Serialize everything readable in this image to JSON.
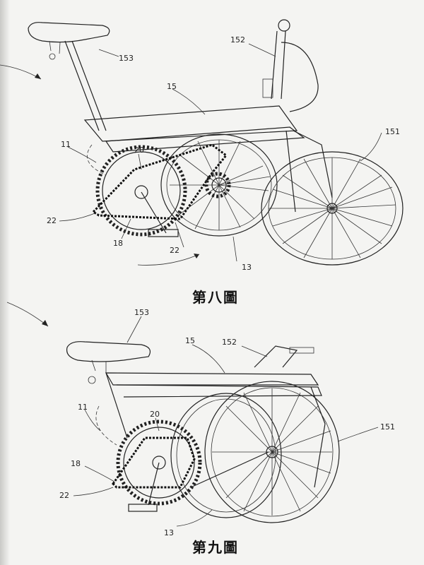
{
  "figure_top": {
    "caption": "第八圖",
    "labels": {
      "l153": "153",
      "l152": "152",
      "l15": "15",
      "l151": "151",
      "l11": "11",
      "l20": "20",
      "l22a": "22",
      "l18": "18",
      "l22b": "22",
      "l13": "13"
    }
  },
  "figure_bottom": {
    "caption": "第九圖",
    "labels": {
      "l153": "153",
      "l15": "15",
      "l152": "152",
      "l11": "11",
      "l20": "20",
      "l151": "151",
      "l18": "18",
      "l22": "22",
      "l13": "13"
    }
  }
}
